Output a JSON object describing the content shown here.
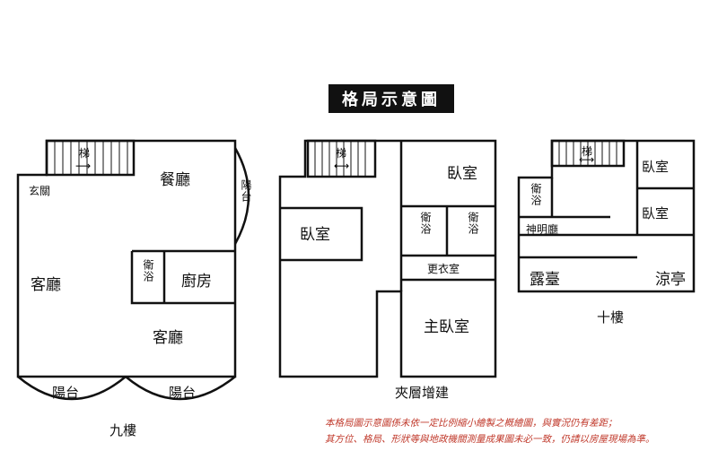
{
  "title": "格局示意圖",
  "floor9": {
    "name": "九樓",
    "stairs": "梯",
    "entrance": "玄關",
    "dining": "餐廳",
    "balcony_side": "陽台",
    "living_main": "客廳",
    "bath": "衛浴",
    "kitchen": "廚房",
    "living_second": "客廳",
    "balcony_left": "陽台",
    "balcony_right": "陽台"
  },
  "mezzanine": {
    "name": "夾層增建",
    "stairs": "梯",
    "bedroom_left": "臥室",
    "bedroom_top": "臥室",
    "bath_1": "衛浴",
    "bath_2": "衛浴",
    "dressing": "更衣室",
    "master_bedroom": "主臥室"
  },
  "floor10": {
    "name": "十樓",
    "stairs": "梯",
    "bath": "衛浴",
    "bedroom_1": "臥室",
    "bedroom_2": "臥室",
    "shrine": "神明廳",
    "terrace": "露臺",
    "pavilion": "涼亭"
  },
  "disclaimer": [
    "本格局圖示意圖係未依一定比例縮小繪製之概繪圖，與實況仍有差距；",
    "其方位、格局、形狀等與地政機關測量成果圖未必一致，仍請以房屋現場為準。"
  ],
  "colors": {
    "line": "#111111",
    "note": "#c0392b",
    "watermark": "#e6e6e6"
  }
}
